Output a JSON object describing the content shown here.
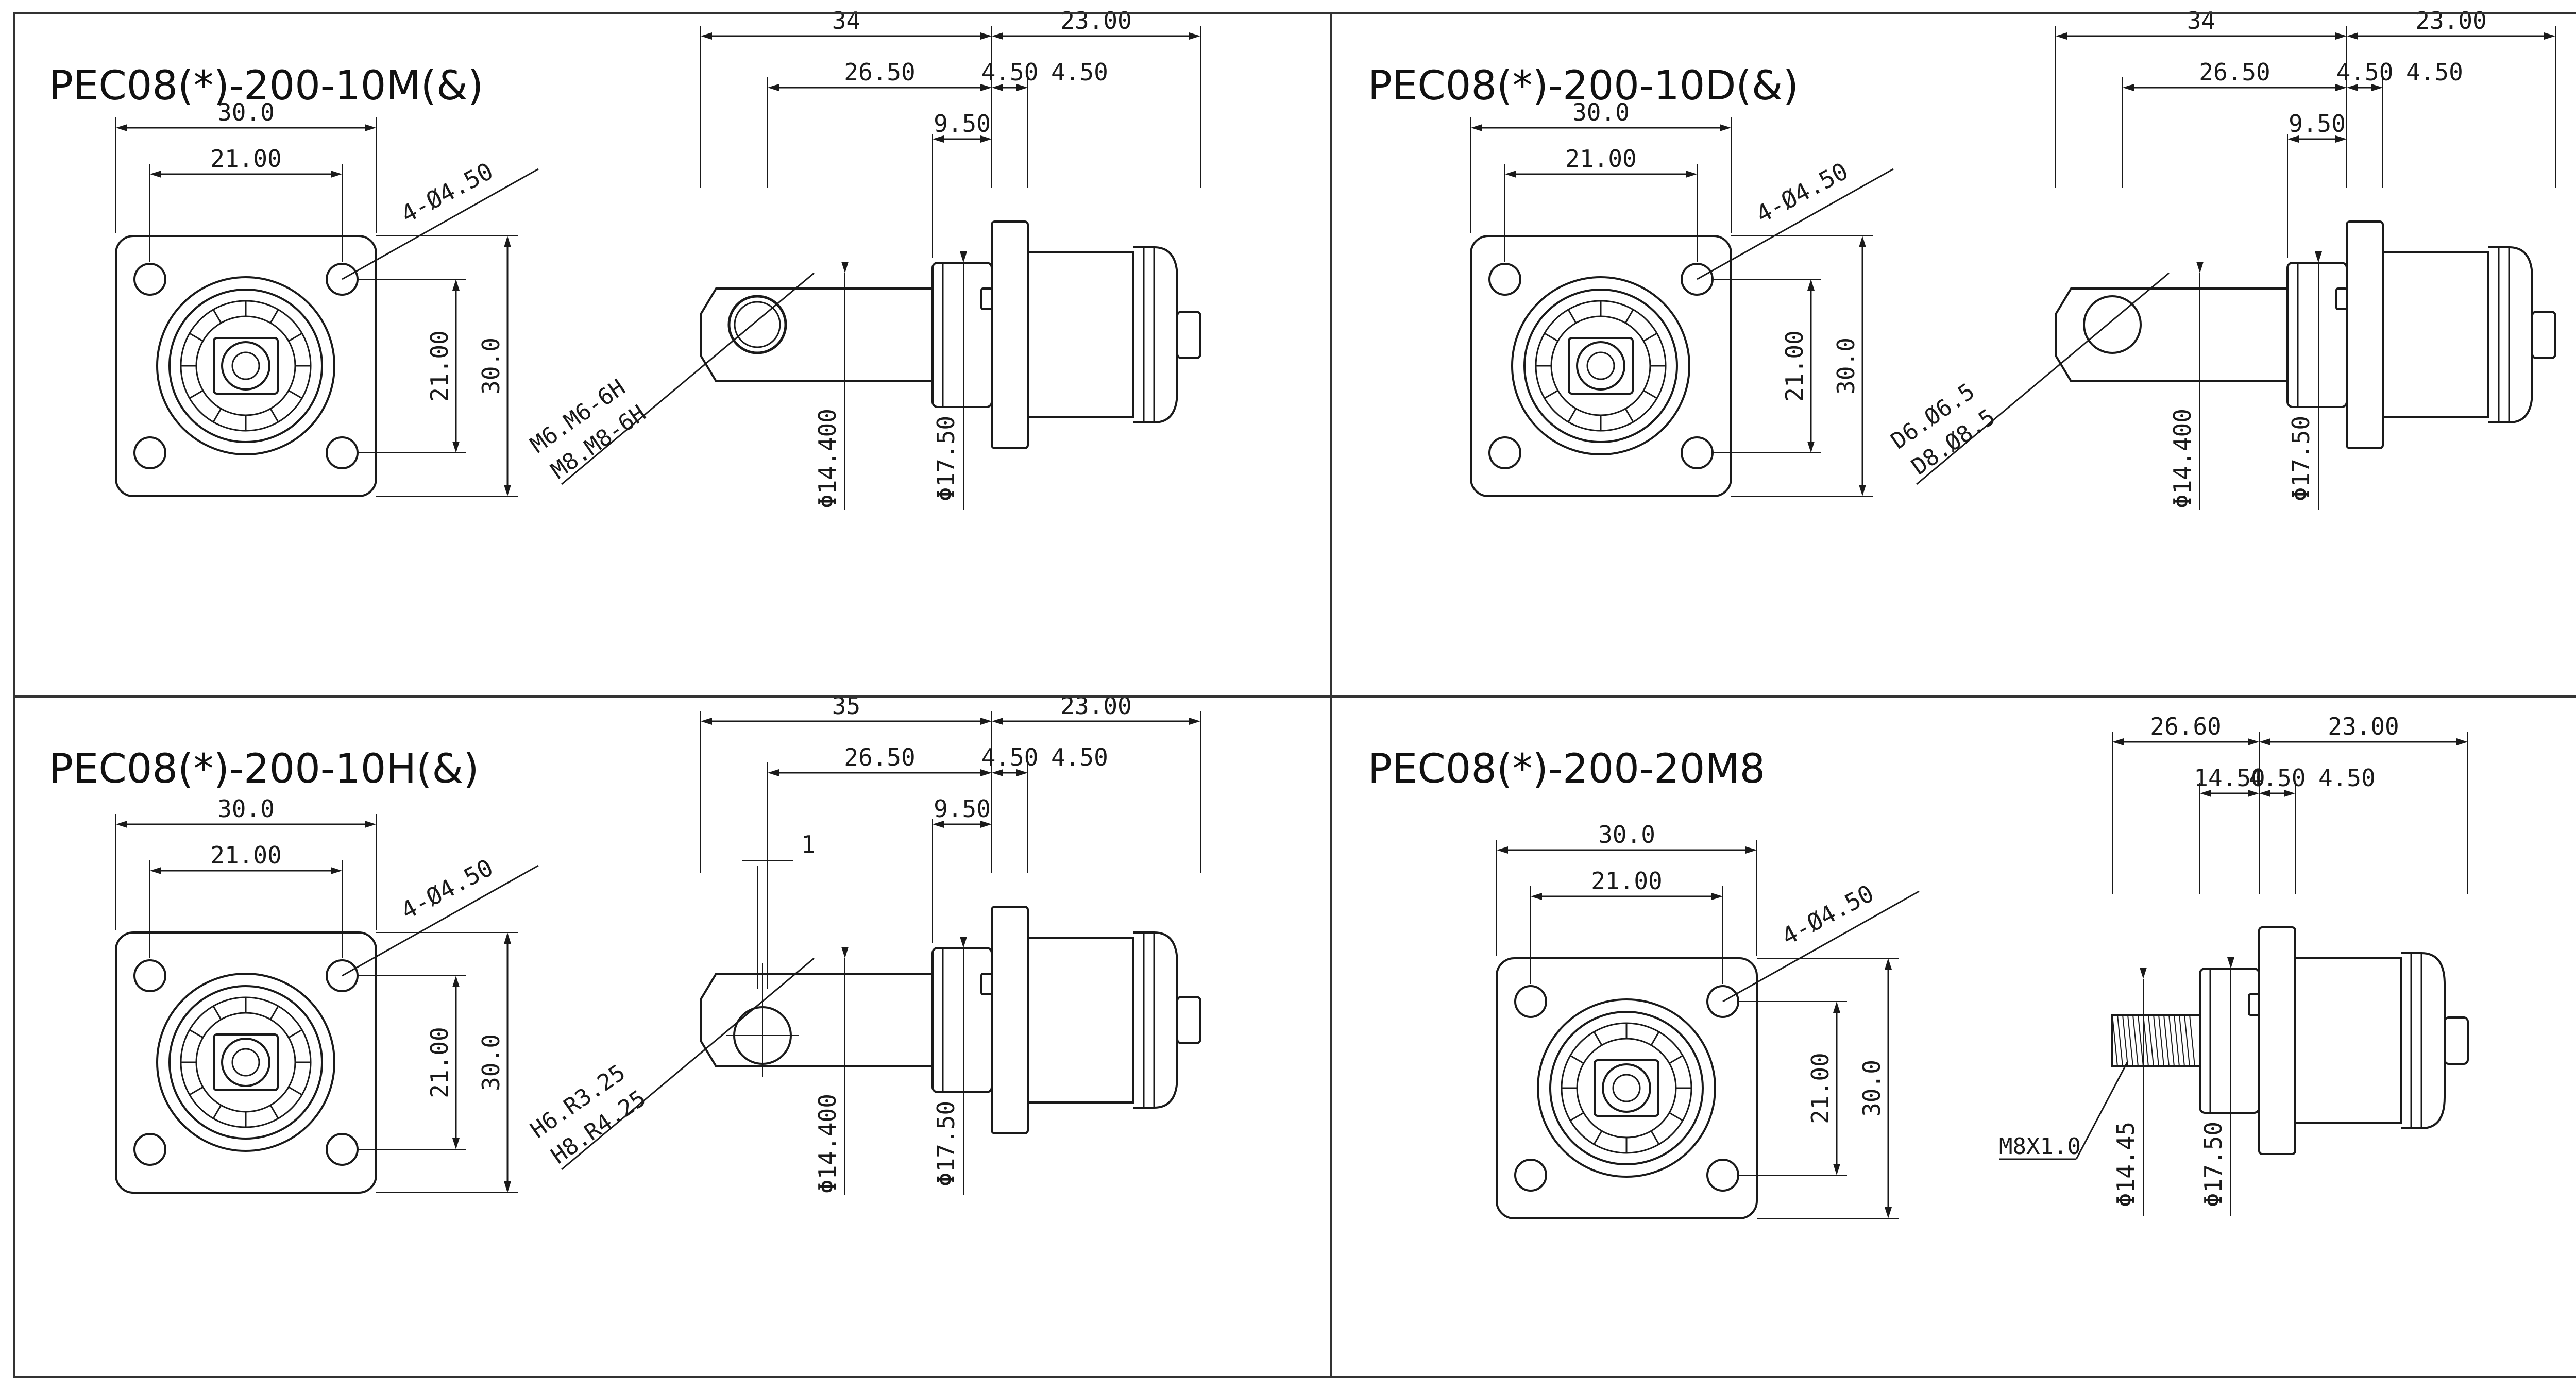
{
  "colors": {
    "line": "#1a1a1a",
    "frame": "#333333",
    "background": "#ffffff"
  },
  "panels": [
    {
      "title": "PEC08(*)-200-10M(&)",
      "front": {
        "width": "30.0",
        "bolt_pitch": "21.00",
        "holes": "4-Ø4.50",
        "v_pitch": "21.00",
        "height": "30.0"
      },
      "side": {
        "overall": "34",
        "length_a": "26.50",
        "length_b": "9.50",
        "rear": "23.00",
        "flange": "4.50",
        "dia_a": "Φ14.400",
        "dia_b": "Φ17.50",
        "note_1": "M6.M6-6H",
        "note_2": "M8.M8-6H",
        "pin": ""
      }
    },
    {
      "title": "PEC08(*)-200-10D(&)",
      "front": {
        "width": "30.0",
        "bolt_pitch": "21.00",
        "holes": "4-Ø4.50",
        "v_pitch": "21.00",
        "height": "30.0"
      },
      "side": {
        "overall": "34",
        "length_a": "26.50",
        "length_b": "9.50",
        "rear": "23.00",
        "flange": "4.50",
        "dia_a": "Φ14.400",
        "dia_b": "Φ17.50",
        "note_1": "D6.Ø6.5",
        "note_2": "D8.Ø8.5",
        "pin": ""
      }
    },
    {
      "title": "PEC08(*)-200-10H(&)",
      "front": {
        "width": "30.0",
        "bolt_pitch": "21.00",
        "holes": "4-Ø4.50",
        "v_pitch": "21.00",
        "height": "30.0"
      },
      "side": {
        "overall": "35",
        "length_a": "26.50",
        "length_b": "9.50",
        "rear": "23.00",
        "flange": "4.50",
        "dia_a": "Φ14.400",
        "dia_b": "Φ17.50",
        "note_1": "H6.R3.25",
        "note_2": "H8.R4.25",
        "pin": "1"
      }
    },
    {
      "title": "PEC08(*)-200-20M8",
      "front": {
        "width": "30.0",
        "bolt_pitch": "21.00",
        "holes": "4-Ø4.50",
        "v_pitch": "21.00",
        "height": "30.0"
      },
      "side": {
        "overall": "26.60",
        "length_a": "14.50",
        "length_b": "",
        "rear": "23.00",
        "flange": "4.50",
        "dia_a": "Φ14.45",
        "dia_b": "Φ17.50",
        "note_1": "M8X1.0",
        "note_2": "",
        "pin": ""
      }
    }
  ]
}
